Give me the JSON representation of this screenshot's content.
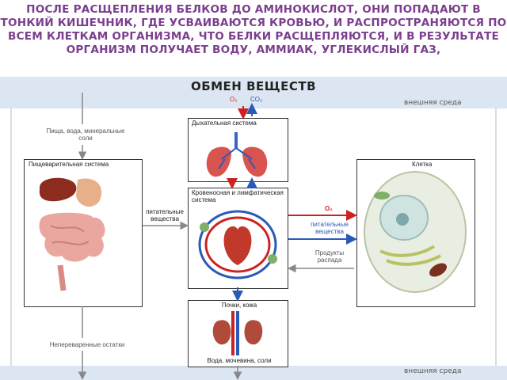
{
  "title": "ПОСЛЕ РАСЩЕПЛЕНИЯ БЕЛКОВ ДО АМИНОКИСЛОТ, ОНИ ПОПАДАЮТ В ТОНКИЙ КИШЕЧНИК, ГДЕ УСВАИВАЮТСЯ КРОВЬЮ, И РАСПРОСТРАНЯЮТСЯ ПО ВСЕМ КЛЕТКАМ ОРГАНИЗМА, ЧТО БЕЛКИ РАСЩЕПЛЯЮТСЯ, И В РЕЗУЛЬТАТЕ ОРГАНИЗМ ПОЛУЧАЕТ ВОДУ, АММИАК, УГЛЕКИСЛЫЙ ГАЗ,",
  "diagram": {
    "title": "ОБМЕН ВЕЩЕСТВ",
    "env_top": "внешняя среда",
    "env_bottom": "внешняя среда",
    "gas_o2": "O₂",
    "gas_co2": "CO₂",
    "food_label": "Пища, вода, минеральные соли",
    "digestive_label": "Пищеварительная система",
    "respiratory_label": "Дыхательная система",
    "circulatory_label": "Кровеносная и лимфатическая система",
    "nutrients_left": "питательные вещества",
    "cell_label": "Клетка",
    "o2_cell": "O₂",
    "nutrients_right": "питательные вещества",
    "decay_label": "Продукты распада",
    "kidney_label": "Почки, кожа",
    "waste_label": "Непереваренные остатки",
    "excreted_label": "Вода, мочевина, соли"
  },
  "colors": {
    "title": "#7b3f8e",
    "env_band": "#dce6f2",
    "arrow_red": "#cc2222",
    "arrow_blue": "#2a5ab8",
    "arrow_gray": "#888888"
  }
}
